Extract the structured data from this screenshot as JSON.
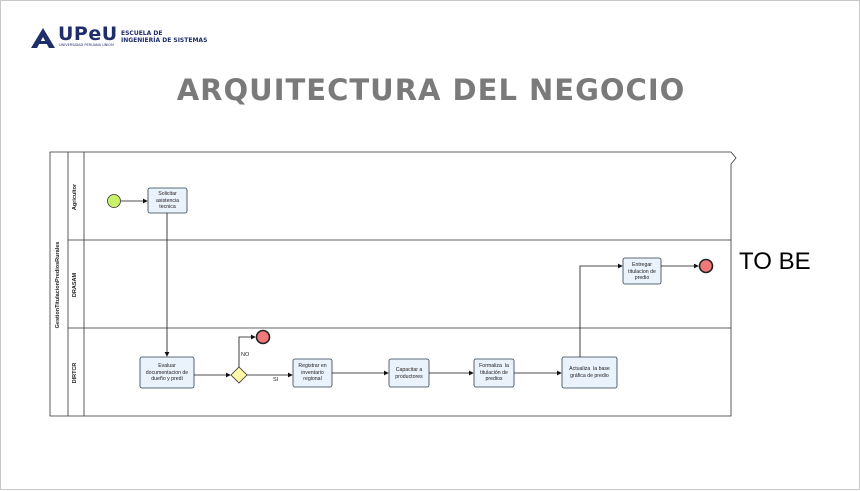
{
  "header": {
    "logo_text": "UPeU",
    "logo_subtext": "UNIVERSIDAD PERUANA UNIÓN",
    "school_line1": "ESCUELA DE",
    "school_line2": "INGENIERÍA DE SISTEMAS"
  },
  "slide": {
    "title": "ARQUITECTURA DEL NEGOCIO",
    "side_label": "TO BE"
  },
  "pool": {
    "name": "GestionTitulacionPrediosRurales",
    "lanes": [
      "Agricultor",
      "DRASAM",
      "DIRTCR"
    ]
  },
  "tasks": {
    "solicitar": "Solicitar\nasistencia\ntecnica",
    "evaluar": "Evaluar\ndocumentacion de\ndueño y predi",
    "registrar": "Registrar en\ninventario\nregional",
    "capacitar": "Capacitar a\nproductores",
    "formaliza": "Formaliza  la\ntitulación de\npredios",
    "actualiza": "Actualiza  la base\ngráfica de predio",
    "entregar": "Entregar\ntitulacion de\npredio"
  },
  "gateway_labels": {
    "no": "NO",
    "si": "SI"
  },
  "colors": {
    "title": "#7a7a7a",
    "brand": "#1f2d6b",
    "start_event": "#c8f06a",
    "end_event": "#f07878",
    "gateway": "#fff8a8",
    "task_fill": "#eaf2fb",
    "task_stroke": "#2c3e50"
  }
}
